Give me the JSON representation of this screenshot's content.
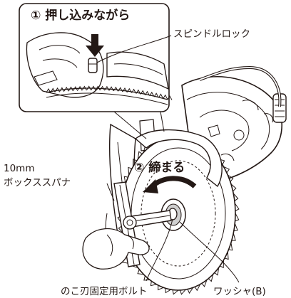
{
  "labels": {
    "step1": "① 押し込みながら",
    "spindle_lock": "スピンドルロック",
    "step2": "② 締まる",
    "wrench_size": "10mm",
    "wrench_name": "ボックススパナ",
    "blade_bolt": "のこ刃固定用ボルト",
    "washer": "ワッシャ(B)"
  }
}
